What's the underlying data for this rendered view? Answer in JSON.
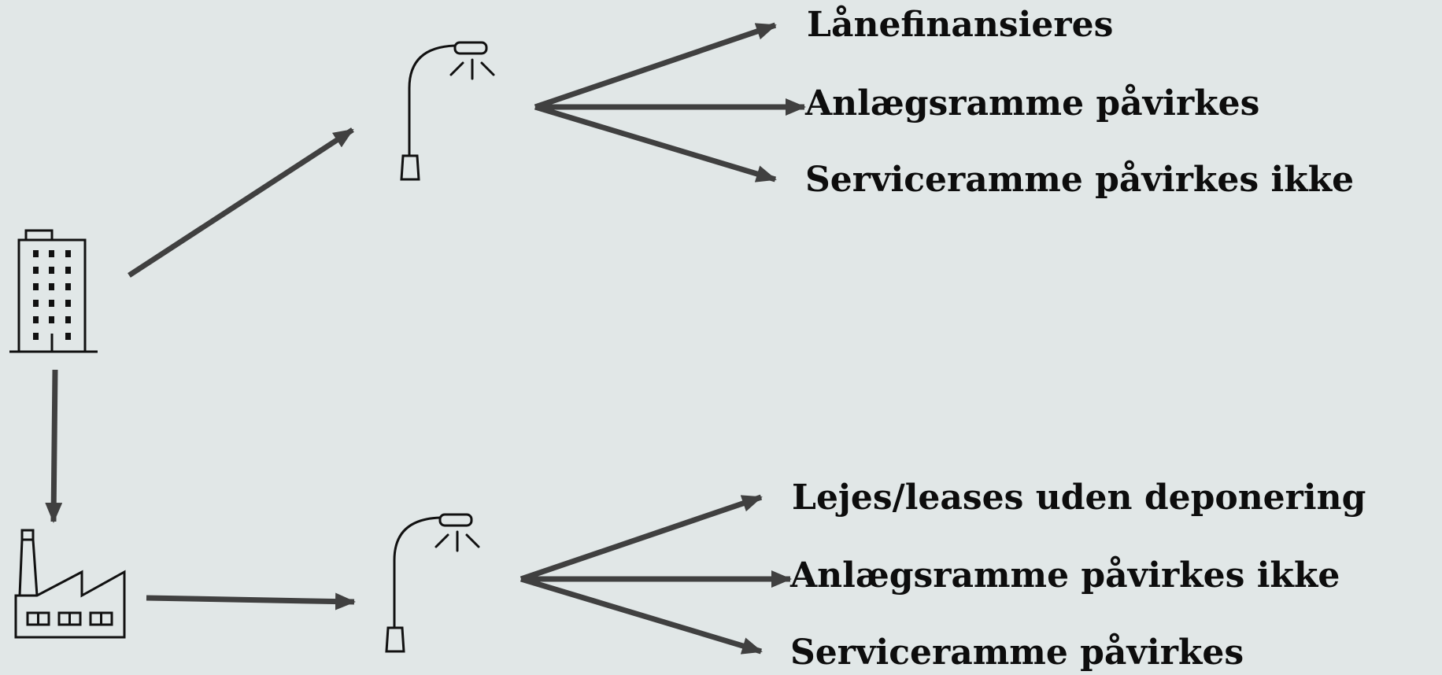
{
  "colors": {
    "background": "#e1e7e7",
    "arrow": "#404040",
    "icon": "#111111",
    "text": "#0d0d0d"
  },
  "icons": {
    "top_left": "office-building-icon",
    "bottom_left": "factory-icon",
    "top_middle": "street-lamp-icon",
    "bottom_middle": "street-lamp-icon"
  },
  "top_branch": {
    "outcomes": [
      "Lånefinansieres",
      "Anlægsramme påvirkes",
      "Serviceramme påvirkes ikke"
    ]
  },
  "bottom_branch": {
    "outcomes": [
      "Lejes/leases uden deponering",
      "Anlægsramme påvirkes ikke",
      "Serviceramme påvirkes"
    ]
  }
}
